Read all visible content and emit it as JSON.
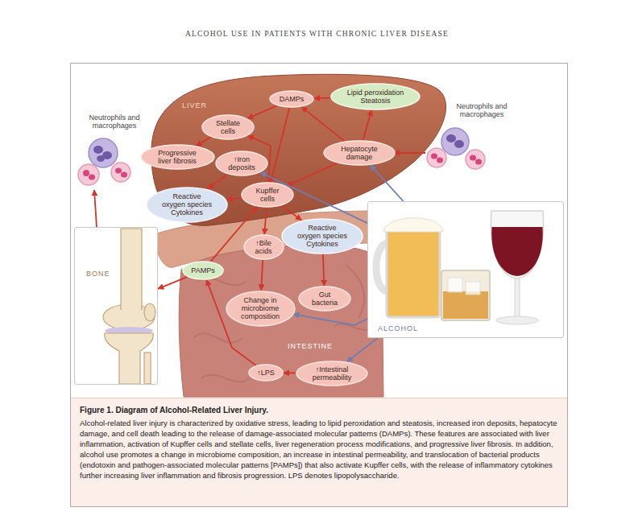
{
  "diagram": {
    "title": "Figure 1. Diagram of Alcohol-Related Liver Injury.",
    "caption": "Alcohol-related liver injury is characterized by oxidative stress, leading to lipid peroxidation and steatosis, increased iron deposits, hepatocyte damage, and cell death leading to the release of damage-associated molecular patterns (DAMPs). These features are associated with liver inflammation, activation of Kupffer cells and stellate cells, liver regeneration process modifications, and progressive liver fibrosis. In addition, alcohol use promotes a change in microbiome composition, an increase in intestinal permeability, and translocation of bacterial products (endotoxin and pathogen-associated molecular patterns [PAMPs]) that also activate Kupffer cells, with the release of inflammatory cytokines further increasing liver inflammation and fibrosis progression. LPS denotes lipopolysaccharide.",
    "nodes": [
      {
        "text": [
          "DAMPs"
        ]
      },
      {
        "text": [
          "Lipid peroxidation",
          "Steatosis"
        ]
      },
      {
        "text": [
          "Stellate cells"
        ]
      },
      {
        "text": [
          "Progressive liver fibrosis"
        ]
      },
      {
        "text": [
          "↑Iron deposits"
        ]
      },
      {
        "text": [
          "Hepatocyte damage"
        ]
      },
      {
        "text": [
          "Reactive oxygen species",
          "Cytokines"
        ]
      },
      {
        "text": [
          "Kupffer cells"
        ]
      },
      {
        "text": [
          "Reactive oxygen species",
          "Cytokines"
        ]
      },
      {
        "text": [
          "↑Bile acids"
        ]
      },
      {
        "text": [
          "PAMPs"
        ]
      },
      {
        "text": [
          "Change in microbiome composition"
        ]
      },
      {
        "text": [
          "Gut bacteria"
        ]
      },
      {
        "text": [
          "↑Intestinal permeability"
        ]
      },
      {
        "text": [
          "↑LPS"
        ]
      },
      {
        "text": [
          "ALCOHOL"
        ]
      },
      {
        "text": [
          "BONE"
        ]
      }
    ],
    "edges": [
      {
        "from": 1,
        "to": 0,
        "arrow": "to"
      },
      {
        "from": 5,
        "to": 1,
        "arrow": "to"
      },
      {
        "from": 5,
        "to": 0,
        "arrow": "to"
      },
      {
        "from": 0,
        "to": 2,
        "arrow": "to"
      },
      {
        "from": 0,
        "to": 7,
        "arrow": "to"
      },
      {
        "from": 7,
        "to": 2,
        "arrow": "to"
      },
      {
        "from": 2,
        "to": 3,
        "arrow": "to"
      },
      {
        "from": 4,
        "to": 6,
        "arrow": "to"
      },
      {
        "from": 5,
        "to": 7,
        "arrow": "to"
      },
      {
        "from": 7,
        "to": 6,
        "arrow": "to"
      },
      {
        "from": 7,
        "to": 8,
        "arrow": "to"
      },
      {
        "from": 7,
        "to": 9,
        "arrow": "to"
      },
      {
        "from": 9,
        "to": 11,
        "arrow": "to"
      },
      {
        "from": 8,
        "to": 12,
        "arrow": "to"
      },
      {
        "from": 13,
        "to": 14,
        "arrow": "to"
      },
      {
        "from": 14,
        "to": 10,
        "arrow": "to"
      },
      {
        "from": 10,
        "to": 7,
        "arrow": "to"
      },
      {
        "from": 10,
        "to": 16,
        "arrow": "to"
      },
      {
        "from": 15,
        "to": 5,
        "arrow": "to"
      },
      {
        "from": 15,
        "to": 4,
        "arrow": "to"
      },
      {
        "from": 15,
        "to": 11,
        "arrow": "to"
      },
      {
        "from": 15,
        "to": 13,
        "arrow": "to"
      }
    ],
    "labels": [
      "ALCOHOL USE IN PATIENTS WITH CHRONIC LIVER DISEASE",
      "LIVER",
      "Neutrophils and macrophages",
      "Neutrophils and macrophages",
      "INTESTINE"
    ]
  }
}
